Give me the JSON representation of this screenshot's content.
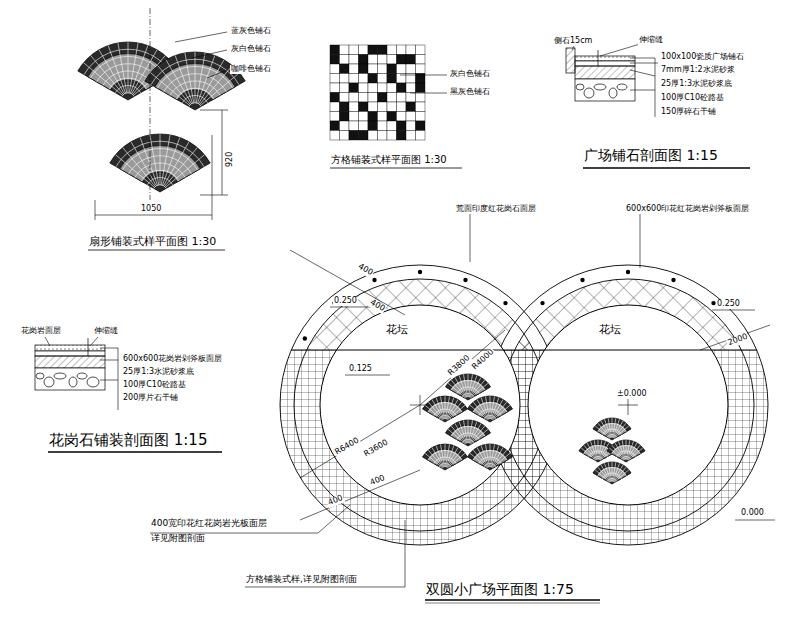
{
  "diagram": {
    "title": "双圆小广场平面图 1:75",
    "labels": [
      "扇形铺装式样平面图 1:30",
      "蓝灰色铺石",
      "灰白色铺石",
      "咖啡色铺石",
      "920",
      "1050",
      "方格铺装式样平面图 1:30",
      "灰白色铺石",
      "黑灰色铺石",
      "侧石15cm",
      "伸缩缝",
      "100x100瓷质广场铺石",
      "7mm厚1:2水泥砂浆",
      "25厚1:3水泥砂浆底",
      "100厚C10砼路基",
      "150厚碎石干铺",
      "广场铺石剖面图 1:15",
      "荒面印度红花岗石面层",
      "600x600印花红花岗岩剁斧板面层",
      "花岗岩面层",
      "伸缩缝",
      "600x600花岗岩剁斧板面层",
      "25厚1:3水泥砂浆底",
      "100厚C10砼路基",
      "200厚片石干铺",
      "花岗石铺装剖面图 1:15",
      "花坛",
      "花坛",
      "R3800",
      "R4000",
      "R6400",
      "R3600",
      "0.125",
      "0.250",
      "0.250",
      "±0.000",
      "2000",
      "400",
      "400",
      "400",
      "400",
      "0.000",
      "400宽印花红花岗岩光板面层",
      "详见附图剖面",
      "方格铺装式样,详见附图剖面"
    ]
  }
}
